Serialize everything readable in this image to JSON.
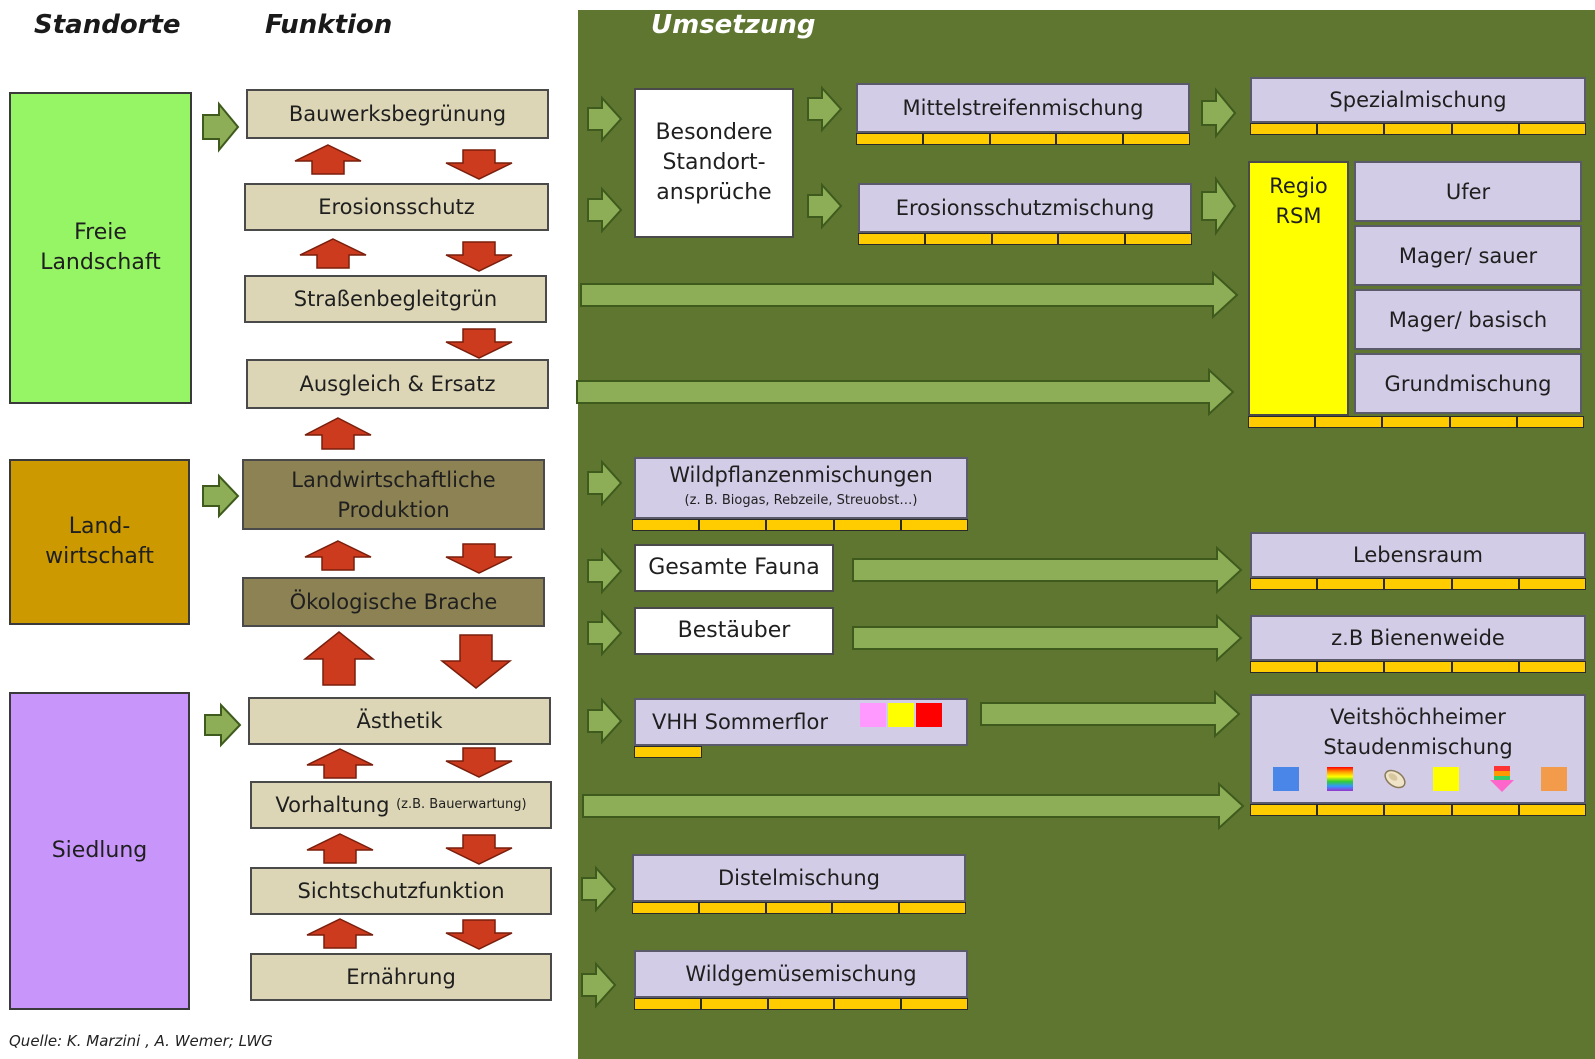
{
  "headers": {
    "standorte": "Standorte",
    "funktion": "Funktion",
    "umsetzung": "Umsetzung"
  },
  "sites": {
    "freie_landschaft": "Freie\nLandschaft",
    "landwirtschaft": "Land-\nwirtschaft",
    "siedlung": "Siedlung"
  },
  "functions": {
    "bauwerksbegruenung": "Bauwerksbegrünung",
    "erosionsschutz": "Erosionsschutz",
    "strassenbegleitgruen": "Straßenbegleitgrün",
    "ausgleich": "Ausgleich & Ersatz",
    "landwirtschaftliche_produktion_1": "Landwirtschaftliche",
    "landwirtschaftliche_produktion_2": "Produktion",
    "oekologische_brache": "Ökologische Brache",
    "aesthetik": "Ästhetik",
    "vorhaltung": "Vorhaltung",
    "vorhaltung_note": "(z.B. Bauerwartung)",
    "sichtschutzfunktion": "Sichtschutzfunktion",
    "ernaehrung": "Ernährung"
  },
  "umsetzung": {
    "besondere_1": "Besondere",
    "besondere_2": "Standort-",
    "besondere_3": "ansprüche",
    "mittelstreifen": "Mittelstreifenmischung",
    "erosionsschutzmischung": "Erosionsschutzmischung",
    "spezialmischung": "Spezialmischung",
    "regio_1": "Regio",
    "regio_2": "RSM",
    "ufer": "Ufer",
    "mager_sauer": "Mager/ sauer",
    "mager_basisch": "Mager/ basisch",
    "grundmischung": "Grundmischung",
    "wildpflanzen": "Wildpflanzenmischungen",
    "wildpflanzen_note": "(z. B. Biogas, Rebzeile, Streuobst…)",
    "gesamte_fauna": "Gesamte Fauna",
    "bestaeuber": "Bestäuber",
    "lebensraum": "Lebensraum",
    "bienenweide": "z.B Bienenweide",
    "vhh_sommerflor": "VHH Sommerflor",
    "veitshoechheimer_1": "Veitshöchheimer",
    "veitshoechheimer_2": "Staudenmischung",
    "distelmischung": "Distelmischung",
    "wildgemuese": "Wildgemüsemischung"
  },
  "source": "Quelle: K. Marzini , A. Wemer; LWG",
  "colors": {
    "panel": "#5f7631",
    "freie_landschaft": "#96f564",
    "landwirtschaft": "#cc9900",
    "siedlung": "#c896fa",
    "arrow_green": "#8dae56",
    "arrow_red": "#cc3b1e",
    "yellow": "#ffcc00",
    "regio": "#ffff00",
    "sommerflor_swatches": [
      "#ff99ff",
      "#ffff00",
      "#ff0000"
    ],
    "stauden_swatches": [
      "#4a86e8",
      "rainbow",
      "beige",
      "#ffff00",
      "multi",
      "#f29b4b"
    ]
  }
}
